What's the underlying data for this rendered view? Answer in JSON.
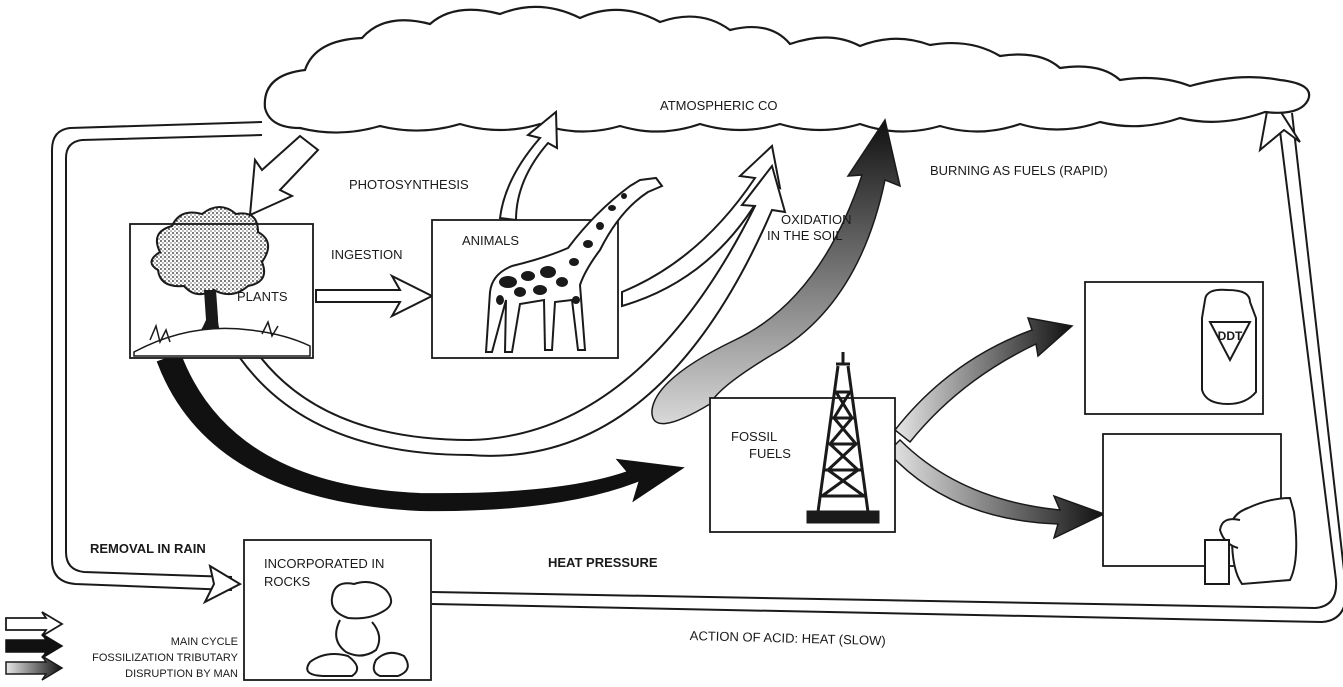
{
  "labels": {
    "atmosphere": "ATMOSPHERIC CO",
    "photosynthesis": "PHOTOSYNTHESIS",
    "ingestion": "INGESTION",
    "plants": "PLANTS",
    "animals": "ANIMALS",
    "oxidation_line1": "OXIDATION",
    "oxidation_line2": "IN THE SOIL",
    "burning": "BURNING AS FUELS (RAPID)",
    "fossil_line1": "FOSSIL",
    "fossil_line2": "FUELS",
    "removal": "REMOVAL IN RAIN",
    "rocks_line1": "INCORPORATED IN",
    "rocks_line2": "ROCKS",
    "heat_pressure": "HEAT PRESSURE",
    "acid_heat": "ACTION OF ACID: HEAT (SLOW)",
    "ddt": "DDT"
  },
  "legend": {
    "main_cycle": "MAIN CYCLE",
    "fossilization": "FOSSILIZATION TRIBUTARY",
    "disruption": "DISRUPTION BY MAN"
  },
  "colors": {
    "ink": "#1a1a1a",
    "paper": "#ffffff",
    "stipple": "#8a8a8a"
  },
  "icons": [
    "tree-icon",
    "giraffe-icon",
    "oil-derrick-icon",
    "rock-icon",
    "ddt-can-icon",
    "pitcher-icon"
  ]
}
